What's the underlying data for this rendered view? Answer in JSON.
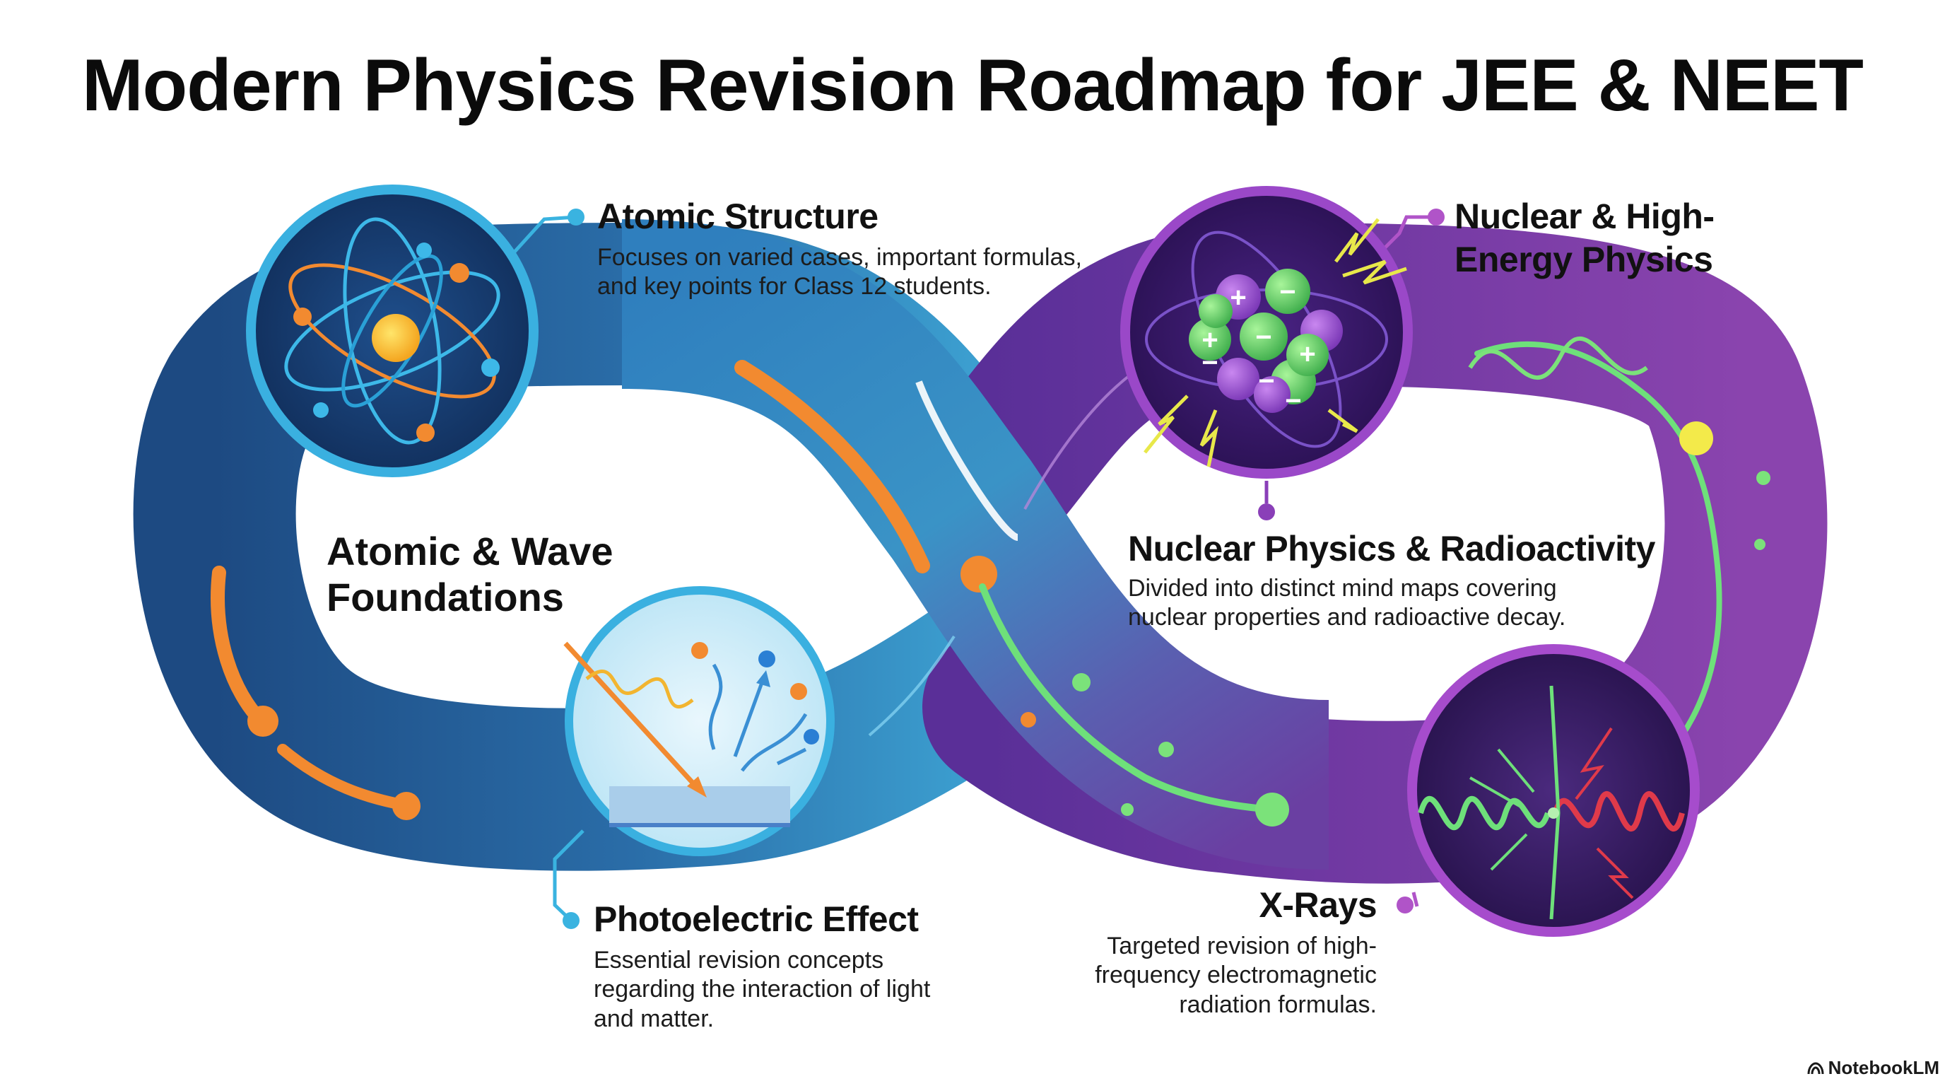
{
  "title": "Modern Physics Revision Roadmap for JEE & NEET",
  "center_left": {
    "line1": "Atomic & Wave",
    "line2": "Foundations"
  },
  "nodes": {
    "atomic_structure": {
      "heading": "Atomic Structure",
      "desc_line1": "Focuses on varied cases, important formulas,",
      "desc_line2": "and key points for Class 12 students.",
      "icon": "atom-icon"
    },
    "photoelectric": {
      "heading": "Photoelectric Effect",
      "desc_line1": "Essential revision concepts",
      "desc_line2": "regarding the interaction of light",
      "desc_line3": "and matter.",
      "icon": "photoelectric-icon"
    },
    "nuclear_high_energy": {
      "heading_line1": "Nuclear & High-",
      "heading_line2": "Energy Physics",
      "icon": "nucleus-icon"
    },
    "nuclear_radioactivity": {
      "heading": "Nuclear Physics & Radioactivity",
      "desc_line1": "Divided into distinct mind maps covering",
      "desc_line2": "nuclear properties and radioactive decay."
    },
    "xrays": {
      "heading": "X-Rays",
      "desc_line1": "Targeted revision of high-",
      "desc_line2": "frequency electromagnetic",
      "desc_line3": "radiation formulas.",
      "icon": "wave-burst-icon"
    }
  },
  "nucleus_signs": [
    "+",
    "−",
    "+",
    "−",
    "−",
    "−",
    "+",
    "−"
  ],
  "colors": {
    "blue_dark": "#1d4f86",
    "blue_light": "#3d9ad0",
    "purple": "#7b3fa8",
    "purple_dark": "#4a1f78",
    "orange": "#f28a30",
    "green": "#6ee07a",
    "yellow": "#f3ea4a"
  },
  "watermark": "NotebookLM"
}
